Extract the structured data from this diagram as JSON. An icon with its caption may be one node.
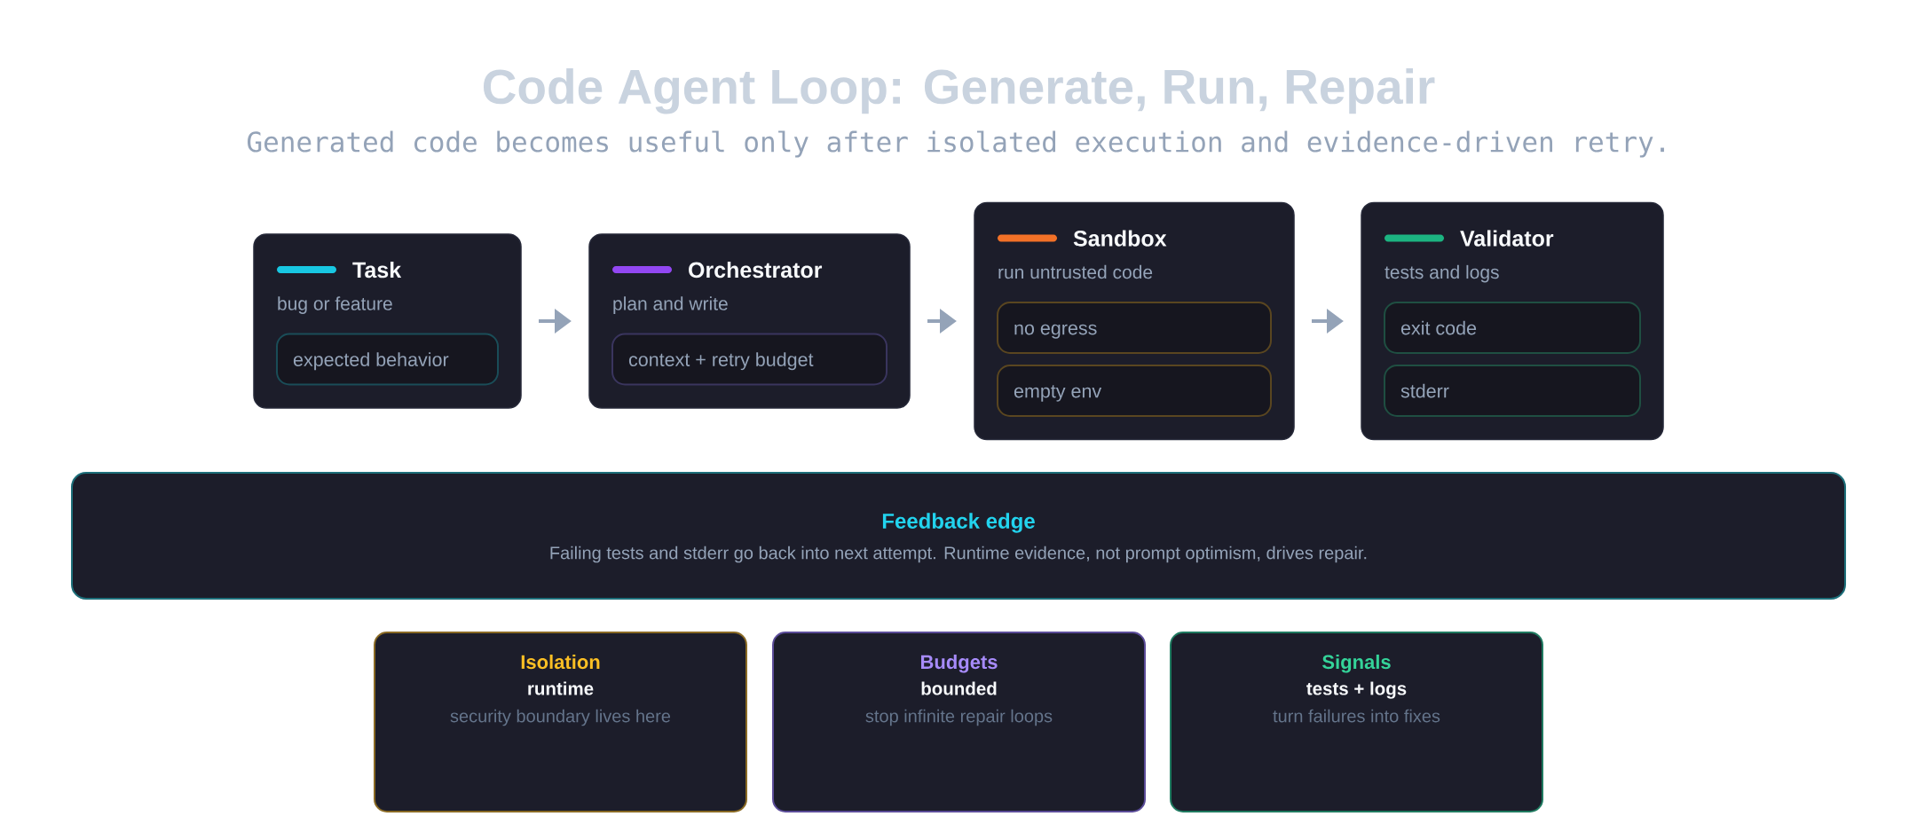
{
  "diagram": {
    "title": "Code Agent Loop: Generate, Run, Repair",
    "caption": "Generated code becomes useful only after isolated execution and evidence-driven retry.",
    "nodes": [
      {
        "text": [
          "Task",
          "bug or feature"
        ]
      },
      {
        "text": [
          "expected behavior"
        ],
        "in": 0
      },
      {
        "text": [
          "Orchestrator",
          "plan and write"
        ]
      },
      {
        "text": [
          "context + retry budget"
        ],
        "in": 2
      },
      {
        "text": [
          "Sandbox",
          "run untrusted code"
        ]
      },
      {
        "text": [
          "no egress"
        ],
        "in": 4
      },
      {
        "text": [
          "empty env"
        ],
        "in": 4
      },
      {
        "text": [
          "Validator",
          "tests and logs"
        ]
      },
      {
        "text": [
          "exit code"
        ],
        "in": 7
      },
      {
        "text": [
          "stderr"
        ],
        "in": 7
      },
      {
        "text": [
          "Feedback edge",
          "Failing tests and stderr go back into next attempt. Runtime evidence, not prompt optimism, drives repair."
        ]
      },
      {
        "text": [
          "Isolation",
          "runtime",
          "security boundary lives here"
        ]
      },
      {
        "text": [
          "Budgets",
          "bounded",
          "stop infinite repair loops"
        ]
      },
      {
        "text": [
          "Signals",
          "tests + logs",
          "turn failures into fixes"
        ]
      }
    ],
    "edges": [
      {
        "from": 0,
        "to": 2,
        "arrow": "to"
      },
      {
        "from": 2,
        "to": 4,
        "arrow": "to"
      },
      {
        "from": 4,
        "to": 7,
        "arrow": "to"
      }
    ]
  }
}
